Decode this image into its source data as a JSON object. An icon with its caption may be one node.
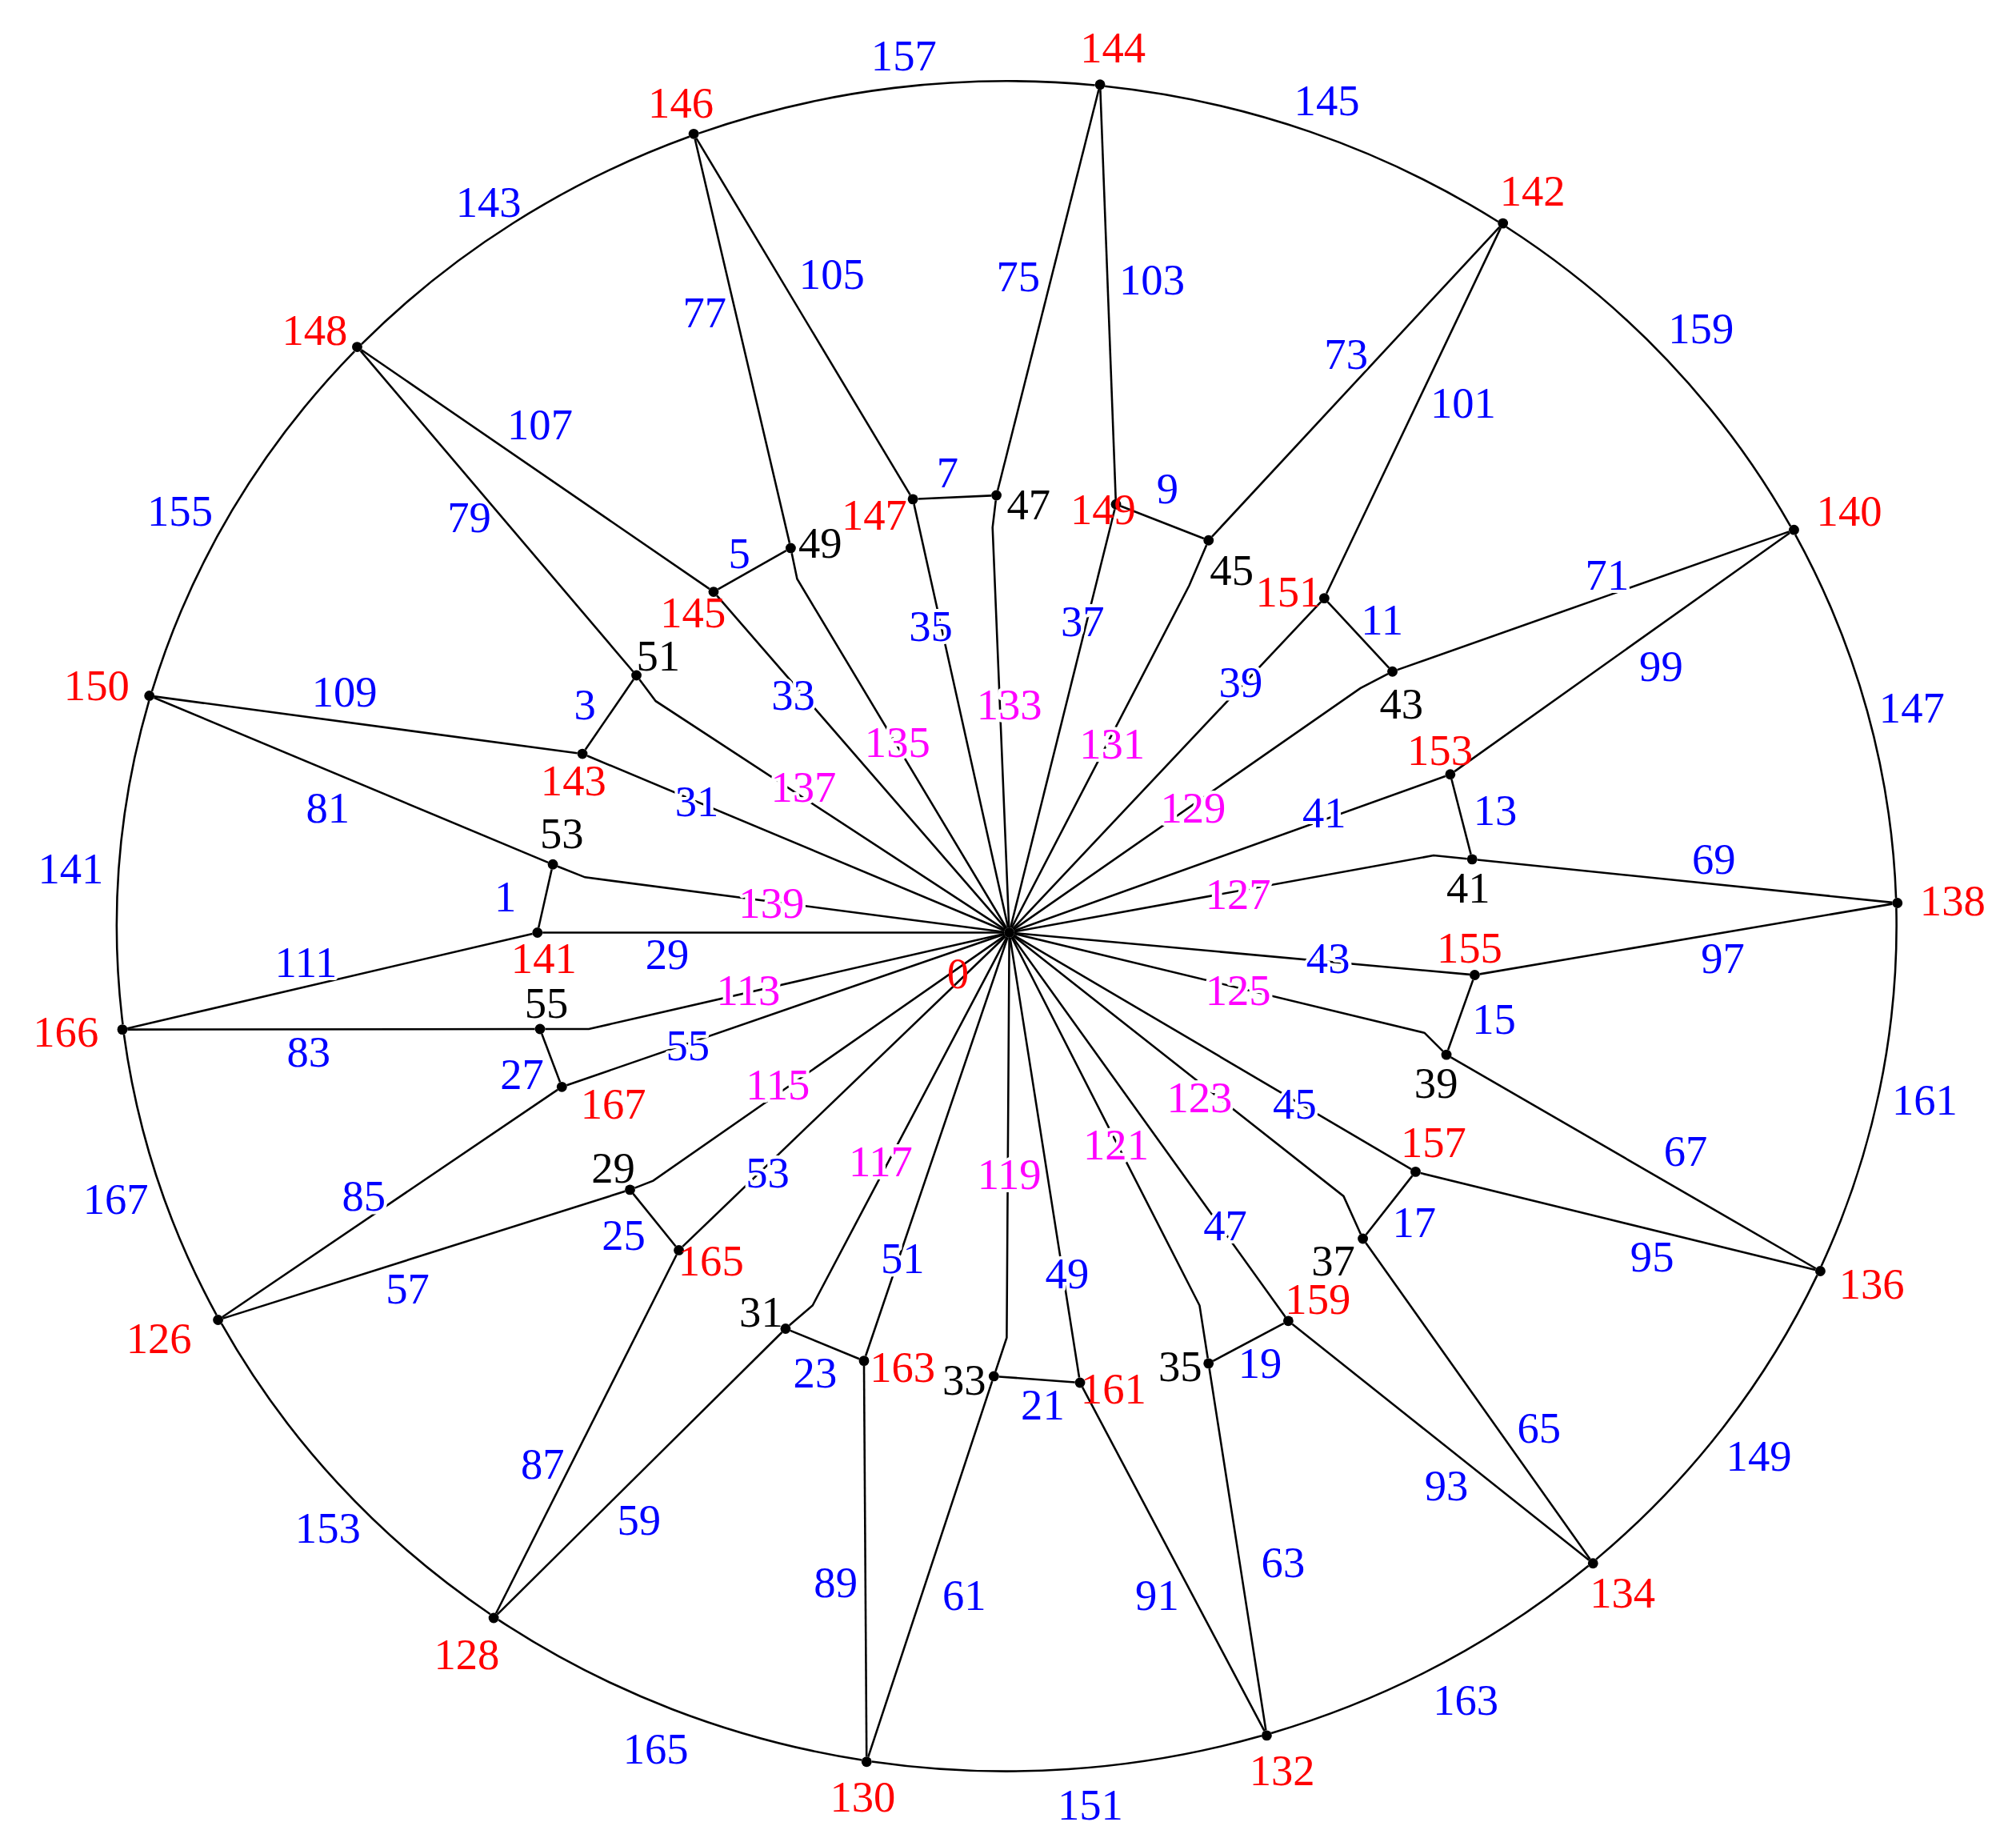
{
  "diagram": {
    "nodes": [
      {
        "text": [
          "0"
        ]
      },
      {
        "text": [
          "144"
        ]
      },
      {
        "text": [
          "142"
        ]
      },
      {
        "text": [
          "140"
        ]
      },
      {
        "text": [
          "138"
        ]
      },
      {
        "text": [
          "136"
        ]
      },
      {
        "text": [
          "134"
        ]
      },
      {
        "text": [
          "132"
        ]
      },
      {
        "text": [
          "130"
        ]
      },
      {
        "text": [
          "128"
        ]
      },
      {
        "text": [
          "126"
        ]
      },
      {
        "text": [
          "166"
        ]
      },
      {
        "text": [
          "150"
        ]
      },
      {
        "text": [
          "148"
        ]
      },
      {
        "text": [
          "146"
        ]
      },
      {
        "text": [
          "147"
        ]
      },
      {
        "text": [
          "149"
        ]
      },
      {
        "text": [
          "151"
        ]
      },
      {
        "text": [
          "153"
        ]
      },
      {
        "text": [
          "155"
        ]
      },
      {
        "text": [
          "157"
        ]
      },
      {
        "text": [
          "159"
        ]
      },
      {
        "text": [
          "161"
        ]
      },
      {
        "text": [
          "163"
        ]
      },
      {
        "text": [
          "165"
        ]
      },
      {
        "text": [
          "167"
        ]
      },
      {
        "text": [
          "141"
        ]
      },
      {
        "text": [
          "143"
        ]
      },
      {
        "text": [
          "145"
        ]
      },
      {
        "text": [
          "47"
        ]
      },
      {
        "text": [
          "45"
        ]
      },
      {
        "text": [
          "43"
        ]
      },
      {
        "text": [
          "41"
        ]
      },
      {
        "text": [
          "39"
        ]
      },
      {
        "text": [
          "37"
        ]
      },
      {
        "text": [
          "35"
        ]
      },
      {
        "text": [
          "33"
        ]
      },
      {
        "text": [
          "31"
        ]
      },
      {
        "text": [
          "29"
        ]
      },
      {
        "text": [
          "55"
        ]
      },
      {
        "text": [
          "53"
        ]
      },
      {
        "text": [
          "51"
        ]
      },
      {
        "text": [
          "49"
        ]
      }
    ],
    "edges": [
      {
        "from": 1,
        "to": 2,
        "arrow": "none",
        "label": "145"
      },
      {
        "from": 2,
        "to": 3,
        "arrow": "none",
        "label": "159"
      },
      {
        "from": 3,
        "to": 4,
        "arrow": "none",
        "label": "147"
      },
      {
        "from": 4,
        "to": 5,
        "arrow": "none",
        "label": "161"
      },
      {
        "from": 5,
        "to": 6,
        "arrow": "none",
        "label": "149"
      },
      {
        "from": 6,
        "to": 7,
        "arrow": "none",
        "label": "163"
      },
      {
        "from": 7,
        "to": 8,
        "arrow": "none",
        "label": "151"
      },
      {
        "from": 8,
        "to": 9,
        "arrow": "none",
        "label": "165"
      },
      {
        "from": 9,
        "to": 10,
        "arrow": "none",
        "label": "153"
      },
      {
        "from": 10,
        "to": 11,
        "arrow": "none",
        "label": "167"
      },
      {
        "from": 11,
        "to": 12,
        "arrow": "none",
        "label": "141"
      },
      {
        "from": 12,
        "to": 13,
        "arrow": "none",
        "label": "155"
      },
      {
        "from": 13,
        "to": 14,
        "arrow": "none",
        "label": "143"
      },
      {
        "from": 14,
        "to": 1,
        "arrow": "none",
        "label": "157"
      },
      {
        "from": 0,
        "to": 15,
        "arrow": "none",
        "label": "35"
      },
      {
        "from": 0,
        "to": 29,
        "arrow": "none",
        "label": "133"
      },
      {
        "from": 15,
        "to": 29,
        "arrow": "none",
        "label": "7"
      },
      {
        "from": 1,
        "to": 29,
        "arrow": "none",
        "label": "75"
      },
      {
        "from": 1,
        "to": 16,
        "arrow": "none",
        "label": "103"
      },
      {
        "from": 0,
        "to": 16,
        "arrow": "none",
        "label": "37"
      },
      {
        "from": 0,
        "to": 30,
        "arrow": "none",
        "label": "131"
      },
      {
        "from": 16,
        "to": 30,
        "arrow": "none",
        "label": "9"
      },
      {
        "from": 2,
        "to": 30,
        "arrow": "none",
        "label": "73"
      },
      {
        "from": 2,
        "to": 17,
        "arrow": "none",
        "label": "101"
      },
      {
        "from": 0,
        "to": 17,
        "arrow": "none",
        "label": "39"
      },
      {
        "from": 0,
        "to": 31,
        "arrow": "none",
        "label": "129"
      },
      {
        "from": 17,
        "to": 31,
        "arrow": "none",
        "label": "11"
      },
      {
        "from": 3,
        "to": 31,
        "arrow": "none",
        "label": "71"
      },
      {
        "from": 3,
        "to": 18,
        "arrow": "none",
        "label": "99"
      },
      {
        "from": 0,
        "to": 18,
        "arrow": "none",
        "label": "41"
      },
      {
        "from": 0,
        "to": 32,
        "arrow": "none",
        "label": "127"
      },
      {
        "from": 18,
        "to": 32,
        "arrow": "none",
        "label": "13"
      },
      {
        "from": 4,
        "to": 32,
        "arrow": "none",
        "label": "69"
      },
      {
        "from": 4,
        "to": 19,
        "arrow": "none",
        "label": "97"
      },
      {
        "from": 0,
        "to": 19,
        "arrow": "none",
        "label": "43"
      },
      {
        "from": 0,
        "to": 33,
        "arrow": "none",
        "label": "125"
      },
      {
        "from": 19,
        "to": 33,
        "arrow": "none",
        "label": "15"
      },
      {
        "from": 5,
        "to": 33,
        "arrow": "none",
        "label": "67"
      },
      {
        "from": 5,
        "to": 20,
        "arrow": "none",
        "label": "95"
      },
      {
        "from": 0,
        "to": 20,
        "arrow": "none",
        "label": "45"
      },
      {
        "from": 0,
        "to": 34,
        "arrow": "none",
        "label": "123"
      },
      {
        "from": 20,
        "to": 34,
        "arrow": "none",
        "label": "17"
      },
      {
        "from": 6,
        "to": 34,
        "arrow": "none",
        "label": "65"
      },
      {
        "from": 6,
        "to": 21,
        "arrow": "none",
        "label": "93"
      },
      {
        "from": 0,
        "to": 21,
        "arrow": "none",
        "label": "47"
      },
      {
        "from": 0,
        "to": 35,
        "arrow": "none",
        "label": "121"
      },
      {
        "from": 21,
        "to": 35,
        "arrow": "none",
        "label": "19"
      },
      {
        "from": 7,
        "to": 35,
        "arrow": "none",
        "label": "63"
      },
      {
        "from": 7,
        "to": 22,
        "arrow": "none",
        "label": "91"
      },
      {
        "from": 0,
        "to": 22,
        "arrow": "none",
        "label": "49"
      },
      {
        "from": 0,
        "to": 36,
        "arrow": "none",
        "label": "119"
      },
      {
        "from": 22,
        "to": 36,
        "arrow": "none",
        "label": "21"
      },
      {
        "from": 8,
        "to": 36,
        "arrow": "none",
        "label": "61"
      },
      {
        "from": 8,
        "to": 23,
        "arrow": "none",
        "label": "89"
      },
      {
        "from": 0,
        "to": 23,
        "arrow": "none",
        "label": "51"
      },
      {
        "from": 0,
        "to": 37,
        "arrow": "none",
        "label": "117"
      },
      {
        "from": 23,
        "to": 37,
        "arrow": "none",
        "label": "23"
      },
      {
        "from": 9,
        "to": 37,
        "arrow": "none",
        "label": "59"
      },
      {
        "from": 9,
        "to": 24,
        "arrow": "none",
        "label": "87"
      },
      {
        "from": 0,
        "to": 24,
        "arrow": "none",
        "label": "53"
      },
      {
        "from": 0,
        "to": 38,
        "arrow": "none",
        "label": "115"
      },
      {
        "from": 24,
        "to": 38,
        "arrow": "none",
        "label": "25"
      },
      {
        "from": 10,
        "to": 38,
        "arrow": "none",
        "label": "57"
      },
      {
        "from": 10,
        "to": 25,
        "arrow": "none",
        "label": "85"
      },
      {
        "from": 0,
        "to": 25,
        "arrow": "none",
        "label": "55"
      },
      {
        "from": 0,
        "to": 39,
        "arrow": "none",
        "label": "113"
      },
      {
        "from": 25,
        "to": 39,
        "arrow": "none",
        "label": "27"
      },
      {
        "from": 11,
        "to": 39,
        "arrow": "none",
        "label": "83"
      },
      {
        "from": 11,
        "to": 26,
        "arrow": "none",
        "label": "111"
      },
      {
        "from": 0,
        "to": 26,
        "arrow": "none",
        "label": "29"
      },
      {
        "from": 0,
        "to": 40,
        "arrow": "none",
        "label": "139"
      },
      {
        "from": 26,
        "to": 40,
        "arrow": "none",
        "label": "1"
      },
      {
        "from": 12,
        "to": 40,
        "arrow": "none",
        "label": "81"
      },
      {
        "from": 12,
        "to": 27,
        "arrow": "none",
        "label": "109"
      },
      {
        "from": 0,
        "to": 27,
        "arrow": "none",
        "label": "31"
      },
      {
        "from": 0,
        "to": 41,
        "arrow": "none",
        "label": "137"
      },
      {
        "from": 27,
        "to": 41,
        "arrow": "none",
        "label": "3"
      },
      {
        "from": 13,
        "to": 41,
        "arrow": "none",
        "label": "79"
      },
      {
        "from": 13,
        "to": 28,
        "arrow": "none",
        "label": "107"
      },
      {
        "from": 0,
        "to": 28,
        "arrow": "none",
        "label": "33"
      },
      {
        "from": 0,
        "to": 42,
        "arrow": "none",
        "label": "135"
      },
      {
        "from": 28,
        "to": 42,
        "arrow": "none",
        "label": "5"
      },
      {
        "from": 14,
        "to": 42,
        "arrow": "none",
        "label": "77"
      },
      {
        "from": 14,
        "to": 15,
        "arrow": "none",
        "label": "105"
      }
    ]
  }
}
